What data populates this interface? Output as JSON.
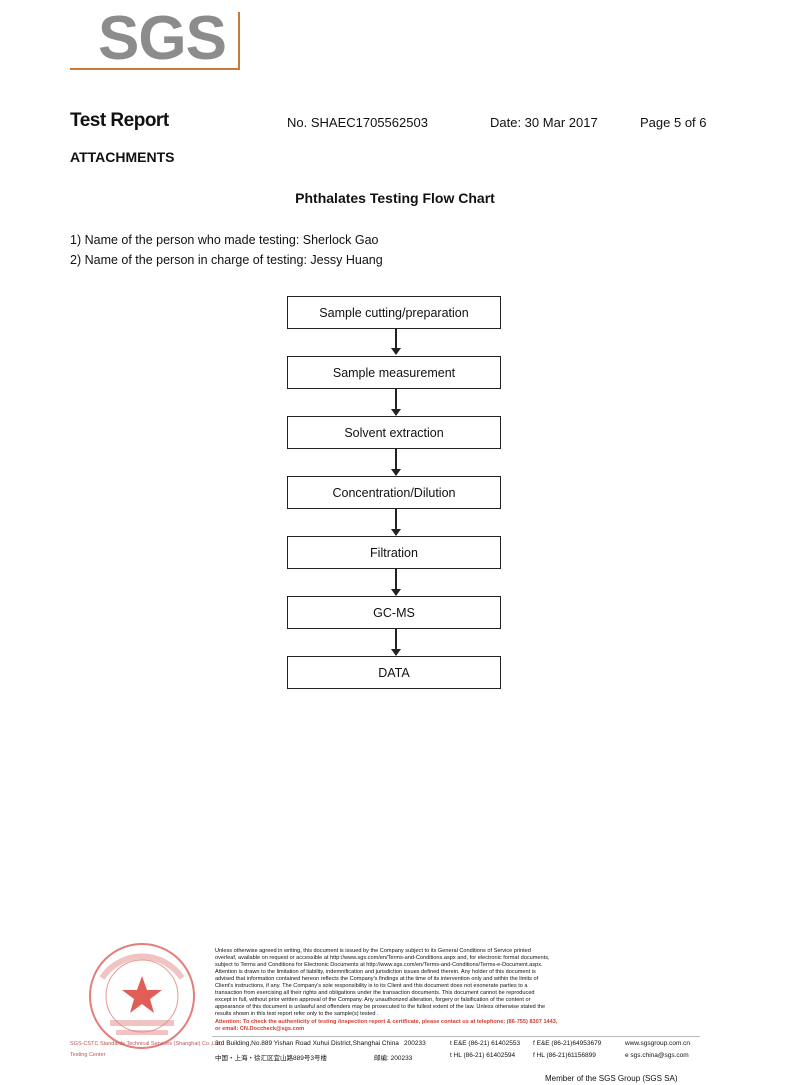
{
  "header": {
    "logo": "SGS",
    "title": "Test Report",
    "report_no": "No. SHAEC1705562503",
    "date": "Date: 30 Mar 2017",
    "page": "Page 5 of 6",
    "section": "ATTACHMENTS"
  },
  "flow_chart": {
    "title": "Phthalates Testing Flow Chart",
    "person_testing": "1) Name of the person who made testing: Sherlock Gao",
    "person_in_charge": "2) Name of the person in charge of testing: Jessy Huang",
    "steps": [
      "Sample cutting/preparation",
      "Sample measurement",
      "Solvent extraction",
      "Concentration/Dilution",
      "Filtration",
      "GC-MS",
      "DATA"
    ]
  },
  "footer": {
    "disclaimer_lines": [
      "Unless otherwise agreed in writing, this document is issued by the Company subject to its General Conditions of Service printed",
      "overleaf, available on request or accessible at http://www.sgs.com/en/Terms-and-Conditions.aspx and, for electronic format documents,",
      "subject to Terms and Conditions for Electronic Documents at http://www.sgs.com/en/Terms-and-Conditions/Terms-e-Document.aspx.",
      "Attention is drawn to the limitation of liability, indemnification and jurisdiction issues defined therein. Any holder of this document is",
      "advised that information contained hereon reflects the Company's findings at the time of its intervention only and within the limits of",
      "Client's instructions, if any. The Company's sole responsibility is to its Client and this document does not exonerate parties to a",
      "transaction from exercising all their rights and obligations under the transaction documents. This document cannot be reproduced",
      "except in full, without prior written approval of the Company. Any unauthorized alteration, forgery or falsification of the content or",
      "appearance of this document is unlawful and offenders may be prosecuted to the fullest extent of the law. Unless otherwise stated the",
      "results shown in this test report refer only to the sample(s) tested ."
    ],
    "attention_lines": [
      "Attention: To check the authenticity of testing /inspection report & certificate, please contact us at telephone: (86-755) 8307 1443,",
      "or email: CN.Doccheck@sgs.com"
    ],
    "address_en": "3rd Building,No.889 Yishan Road Xuhui District,Shanghai China",
    "postcode_en": "200233",
    "tel_en": "t E&E (86-21) 61402553",
    "fax_en": "f E&E (86-21)64953679",
    "web": "www.sgsgroup.com.cn",
    "address_cn": "中国・上海・徐汇区宜山路889号3号楼",
    "postcode_cn": "邮编: 200233",
    "tel_cn": "t HL (86-21) 61402594",
    "fax_cn": "f HL (86-21)61156899",
    "email": "e sgs.china@sgs.com",
    "seal_side_1": "SGS-CSTC Standards Technical Services (Shanghai) Co.,Ltd.",
    "seal_side_2": "Testing Center",
    "member": "Member of the SGS Group (SGS SA)"
  }
}
